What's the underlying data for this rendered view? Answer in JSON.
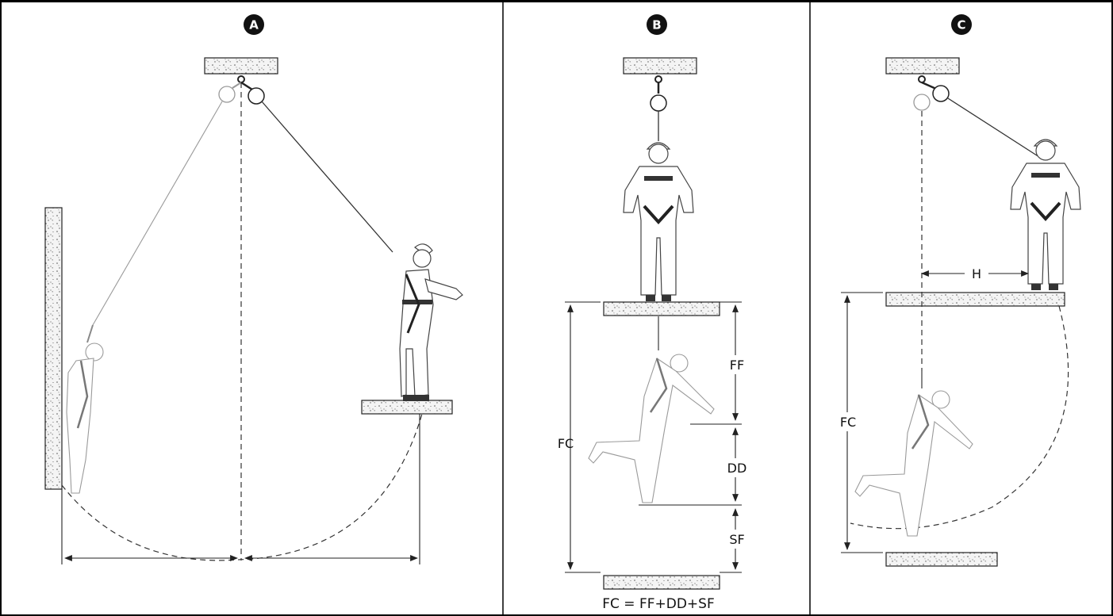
{
  "panels": [
    {
      "badge": "A"
    },
    {
      "badge": "B",
      "labels": {
        "ff": "FF",
        "dd": "DD",
        "sf": "SF",
        "fc": "FC"
      },
      "formula": "FC = FF+DD+SF"
    },
    {
      "badge": "C",
      "labels": {
        "h": "H",
        "fc": "FC"
      }
    }
  ],
  "colors": {
    "border": "#000000",
    "badge": "#111111",
    "line": "#333333",
    "faint": "#9a9a9a"
  }
}
